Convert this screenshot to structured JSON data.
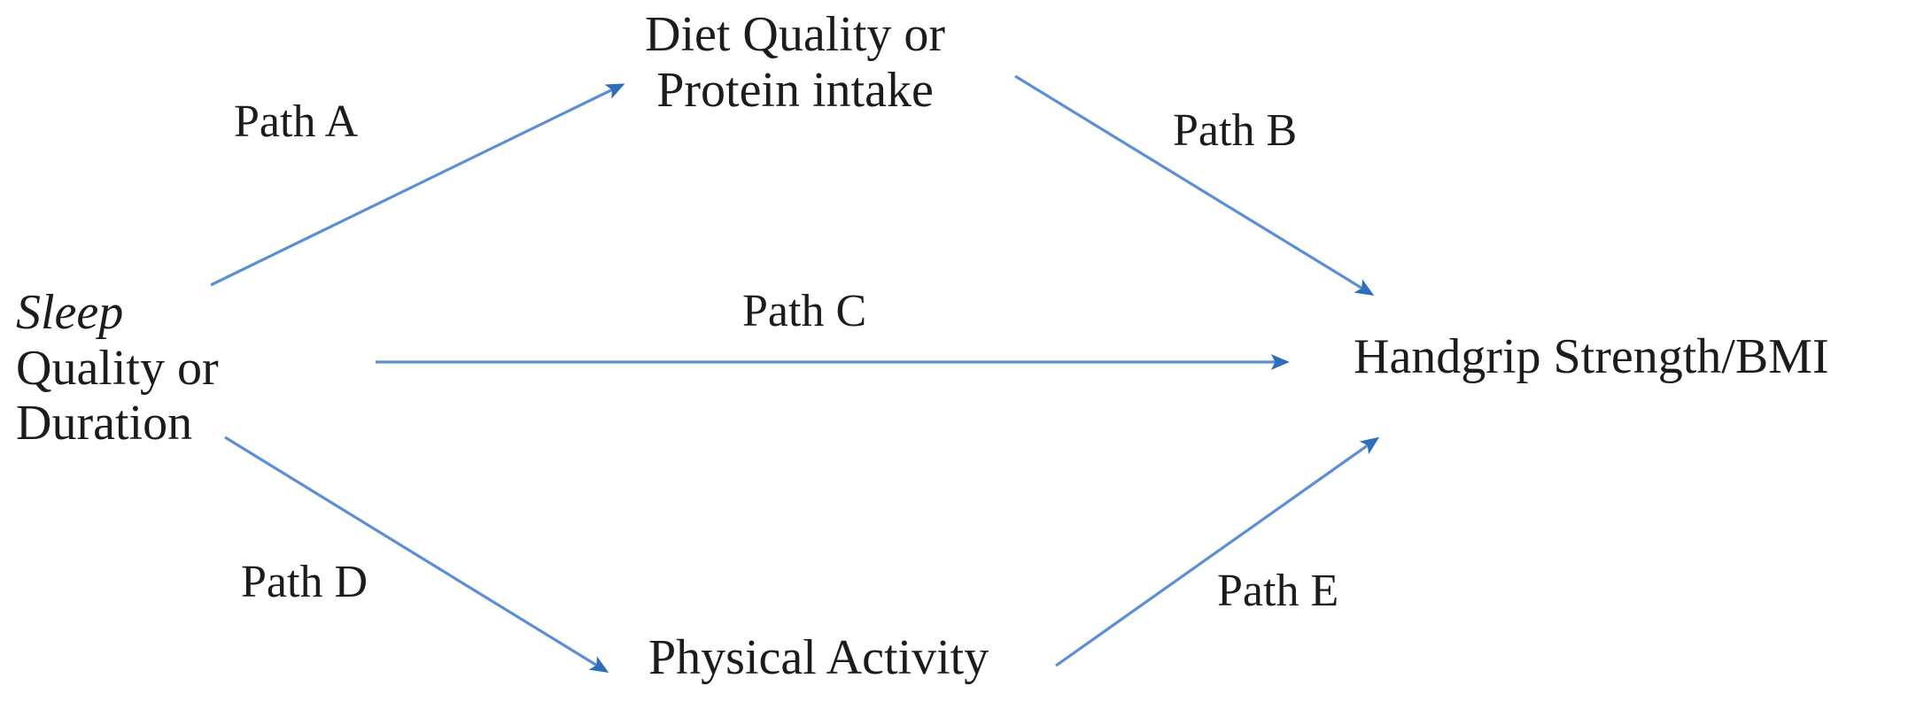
{
  "diagram": {
    "type": "mediation-path-diagram",
    "background_color": "#ffffff",
    "text_color": "#1c1c1c",
    "arrow_color": "#4a7ebb",
    "nodes": [
      {
        "id": "sleep",
        "lines": [
          "Sleep",
          "Quality or",
          "Duration"
        ],
        "line1": "Sleep",
        "line2": "Quality or",
        "line3": "Duration",
        "style": "first-line-italic",
        "role": "predictor"
      },
      {
        "id": "diet",
        "lines": [
          "Diet Quality or",
          "Protein intake"
        ],
        "line1": "Diet Quality or",
        "line2": "Protein intake",
        "role": "mediator-upper"
      },
      {
        "id": "handgrip",
        "lines": [
          "Handgrip Strength/BMI"
        ],
        "line1": "Handgrip Strength/BMI",
        "role": "outcome"
      },
      {
        "id": "activity",
        "lines": [
          "Physical Activity"
        ],
        "line1": "Physical Activity",
        "role": "mediator-lower"
      }
    ],
    "paths": [
      {
        "id": "a",
        "label": "Path A",
        "from": "sleep",
        "to": "diet"
      },
      {
        "id": "b",
        "label": "Path B",
        "from": "diet",
        "to": "handgrip"
      },
      {
        "id": "c",
        "label": "Path C",
        "from": "sleep",
        "to": "handgrip"
      },
      {
        "id": "d",
        "label": "Path D",
        "from": "sleep",
        "to": "activity"
      },
      {
        "id": "e",
        "label": "Path E",
        "from": "activity",
        "to": "handgrip"
      }
    ]
  }
}
